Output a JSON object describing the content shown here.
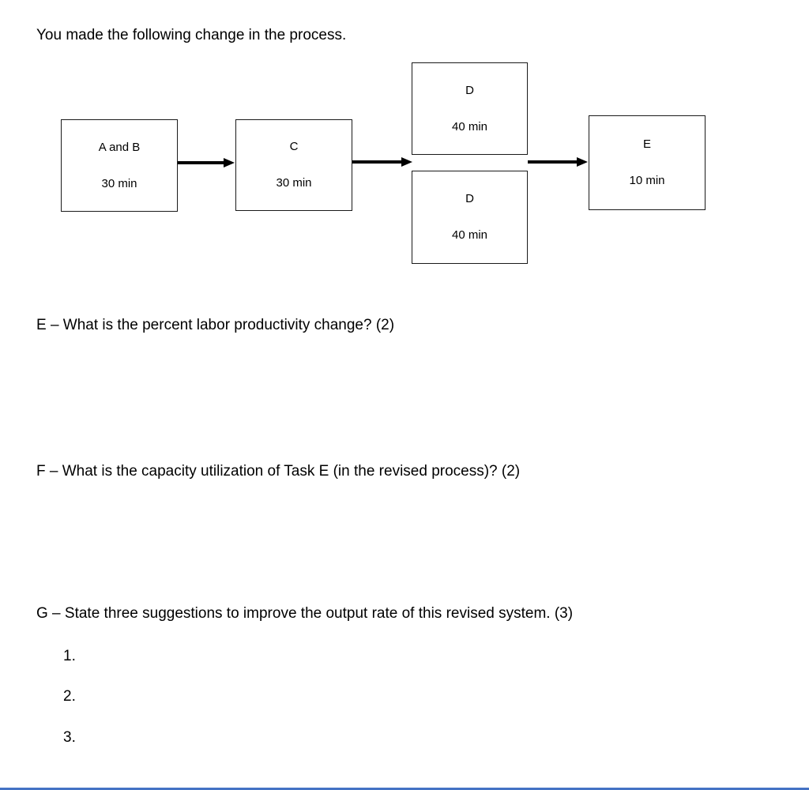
{
  "page": {
    "title": "You made the following change in the process.",
    "background": "#ffffff",
    "text_color": "#000000"
  },
  "diagram": {
    "type": "process-flow",
    "border_color": "#1a1a1a",
    "arrow_color": "#000000",
    "boxes": [
      {
        "name": "task-a-and-b",
        "label": "A and B",
        "time": "30 min"
      },
      {
        "name": "task-c",
        "label": "C",
        "time": "30 min"
      },
      {
        "name": "task-d-top",
        "label": "D",
        "time": "40 min"
      },
      {
        "name": "task-d-bottom",
        "label": "D",
        "time": "40 min"
      },
      {
        "name": "task-e",
        "label": "E",
        "time": "10 min"
      }
    ],
    "arrows": [
      {
        "name": "arrow-ab-to-c"
      },
      {
        "name": "arrow-c-to-d"
      },
      {
        "name": "arrow-d-to-e"
      }
    ]
  },
  "questions": [
    {
      "id": "E",
      "text": "E – What is the percent labor productivity change? (2)"
    },
    {
      "id": "F",
      "text": "F – What is the capacity utilization of Task E (in the revised process)? (2)"
    },
    {
      "id": "G",
      "text": "G – State three suggestions to improve the output rate of this revised system. (3)"
    }
  ],
  "answer_list": {
    "items": [
      "1.",
      "2.",
      "3."
    ]
  },
  "footer": {
    "bottom_line_color": "#4472c4"
  }
}
